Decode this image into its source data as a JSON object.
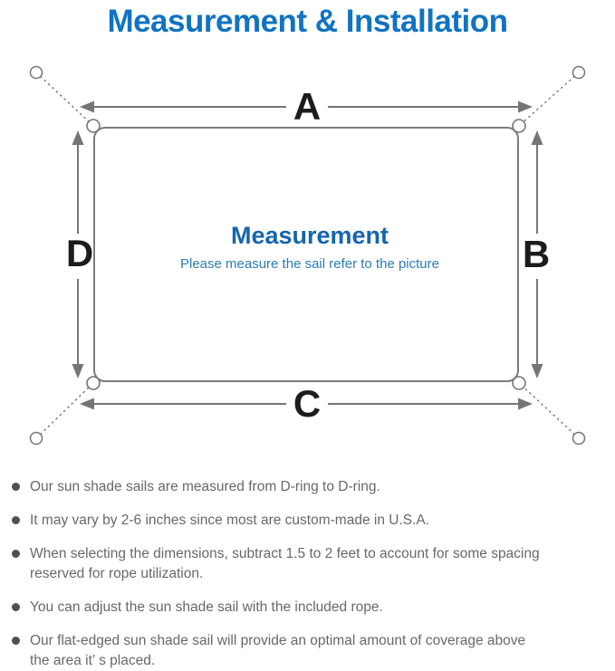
{
  "title": "Measurement & Installation",
  "diagram": {
    "labels": {
      "top": "A",
      "right": "B",
      "bottom": "C",
      "left": "D"
    },
    "center_heading": "Measurement",
    "center_subtitle": "Please measure the sail refer to the picture"
  },
  "bullets": [
    {
      "lines": [
        "Our sun shade sails are measured from D-ring to D-ring."
      ]
    },
    {
      "lines": [
        "It may vary by 2-6 inches since most are custom-made in U.S.A."
      ]
    },
    {
      "lines": [
        "When selecting the dimensions, subtract 1.5 to 2 feet to account for some spacing",
        "reserved for rope utilization."
      ]
    },
    {
      "lines": [
        "You can adjust the sun shade sail with the included rope."
      ]
    },
    {
      "lines": [
        "Our flat-edged sun shade sail will provide an optimal amount of coverage above",
        "the area it’ s placed."
      ]
    }
  ],
  "colors": {
    "title_blue": "#1173c2",
    "heading_blue": "#1565ae",
    "subtitle_blue": "#2e7cb4",
    "diagram_gray": "#757575",
    "label_black": "#1c1c1c",
    "text_gray": "#686868",
    "dot_gray": "#4f4f4f"
  }
}
